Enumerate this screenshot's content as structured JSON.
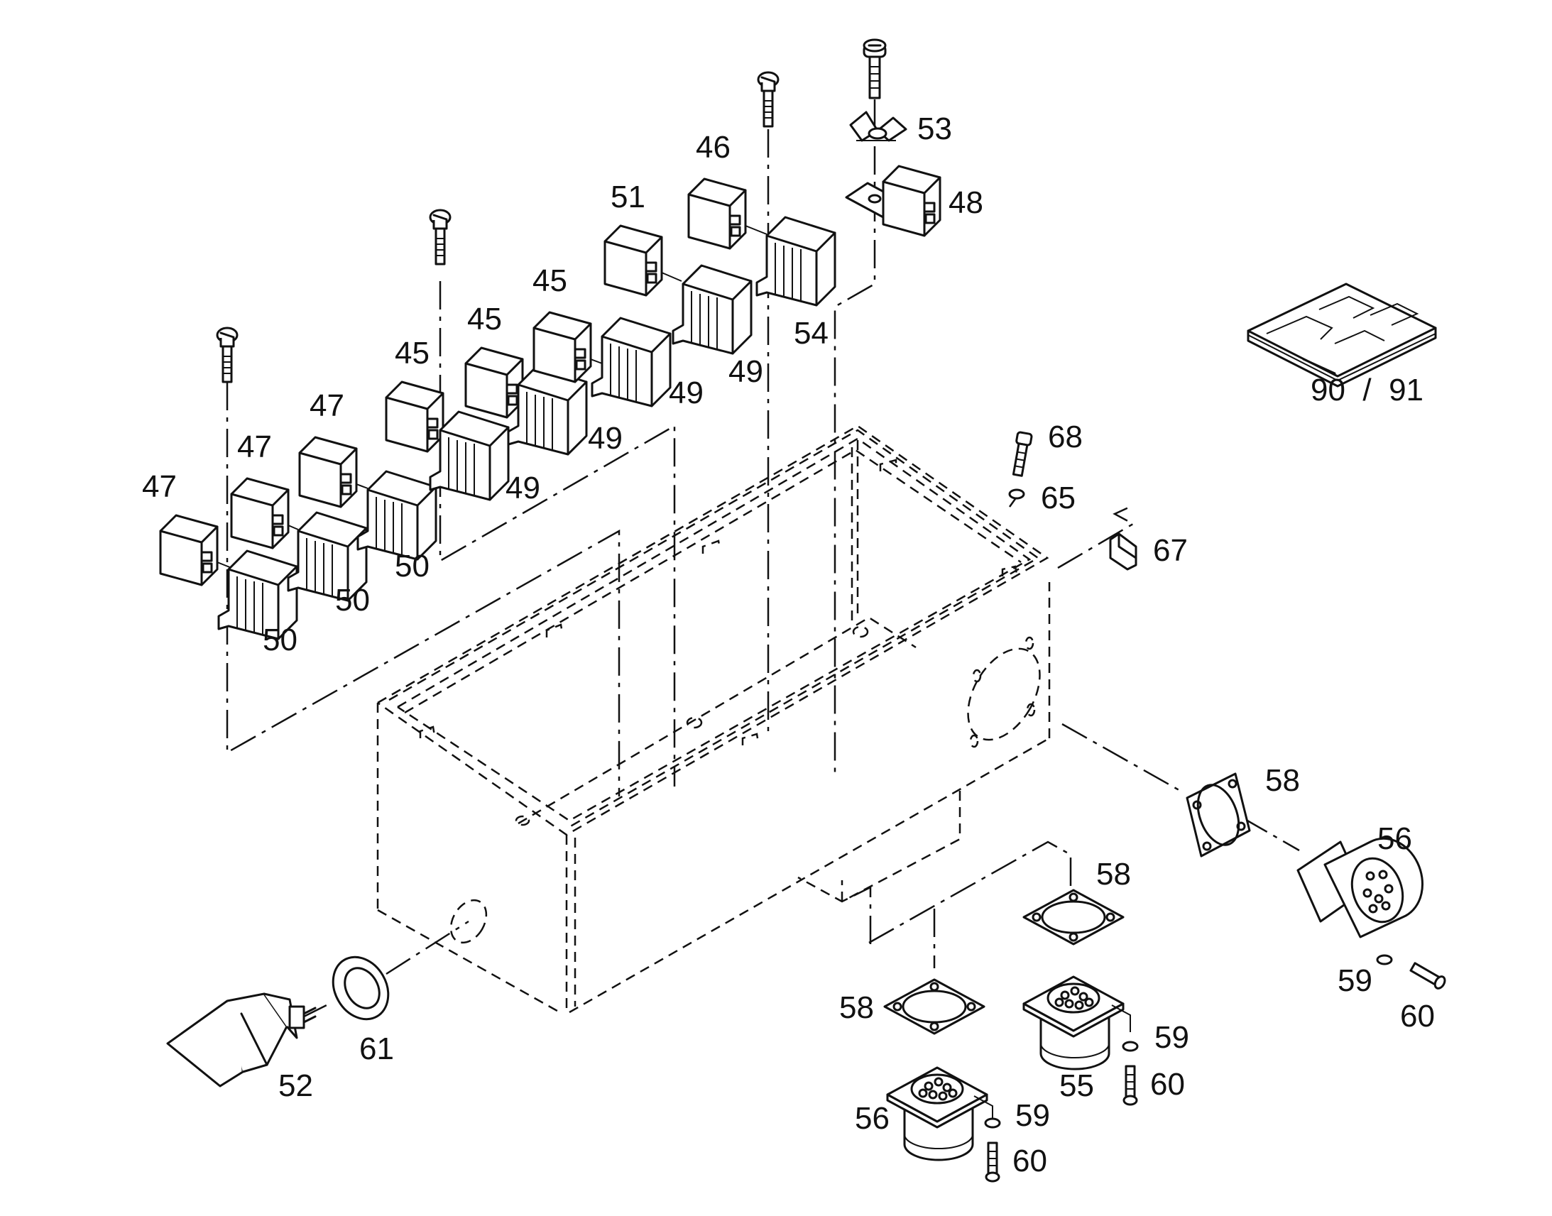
{
  "drawing": {
    "part_labels": [
      {
        "id": "l45a",
        "text": "45"
      },
      {
        "id": "l45b",
        "text": "45"
      },
      {
        "id": "l45c",
        "text": "45"
      },
      {
        "id": "l46",
        "text": "46"
      },
      {
        "id": "l47a",
        "text": "47"
      },
      {
        "id": "l47b",
        "text": "47"
      },
      {
        "id": "l47c",
        "text": "47"
      },
      {
        "id": "l48",
        "text": "48"
      },
      {
        "id": "l49a",
        "text": "49"
      },
      {
        "id": "l49b",
        "text": "49"
      },
      {
        "id": "l49c",
        "text": "49"
      },
      {
        "id": "l49d",
        "text": "49"
      },
      {
        "id": "l50a",
        "text": "50"
      },
      {
        "id": "l50b",
        "text": "50"
      },
      {
        "id": "l50c",
        "text": "50"
      },
      {
        "id": "l51",
        "text": "51"
      },
      {
        "id": "l52",
        "text": "52"
      },
      {
        "id": "l53",
        "text": "53"
      },
      {
        "id": "l54",
        "text": "54"
      },
      {
        "id": "l55",
        "text": "55"
      },
      {
        "id": "l56a",
        "text": "56"
      },
      {
        "id": "l56b",
        "text": "56"
      },
      {
        "id": "l58a",
        "text": "58"
      },
      {
        "id": "l58b",
        "text": "58"
      },
      {
        "id": "l58c",
        "text": "58"
      },
      {
        "id": "l59a",
        "text": "59"
      },
      {
        "id": "l59b",
        "text": "59"
      },
      {
        "id": "l59c",
        "text": "59"
      },
      {
        "id": "l60a",
        "text": "60"
      },
      {
        "id": "l60b",
        "text": "60"
      },
      {
        "id": "l60c",
        "text": "60"
      },
      {
        "id": "l61",
        "text": "61"
      },
      {
        "id": "l65",
        "text": "65"
      },
      {
        "id": "l67",
        "text": "67"
      },
      {
        "id": "l68",
        "text": "68"
      },
      {
        "id": "l9091",
        "text": "90  /  91"
      }
    ]
  },
  "colors": {
    "ink": "#111111",
    "paper": "#ffffff"
  }
}
